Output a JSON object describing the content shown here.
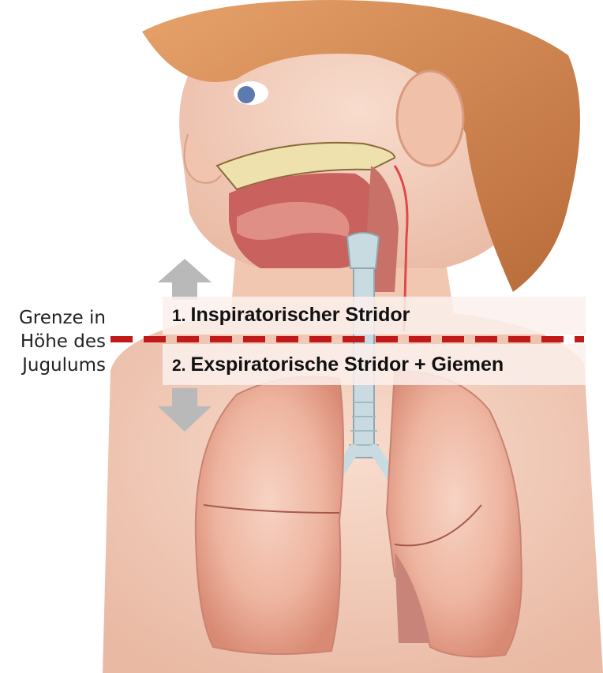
{
  "boundary_label": [
    "Grenze in",
    "Höhe des",
    "Jugulums"
  ],
  "zones": [
    {
      "number": "1.",
      "text": "Inspiratorischer Stridor"
    },
    {
      "number": "2.",
      "text": "Exspiratorische Stridor + Giemen"
    }
  ],
  "colors": {
    "boundary_line": "#c01a1a",
    "arrow": "#b9b9b9",
    "skin": "#f3cdb9",
    "hair": "#d2884e",
    "lung": "#eca890",
    "trachea": "#bfd8dc"
  }
}
